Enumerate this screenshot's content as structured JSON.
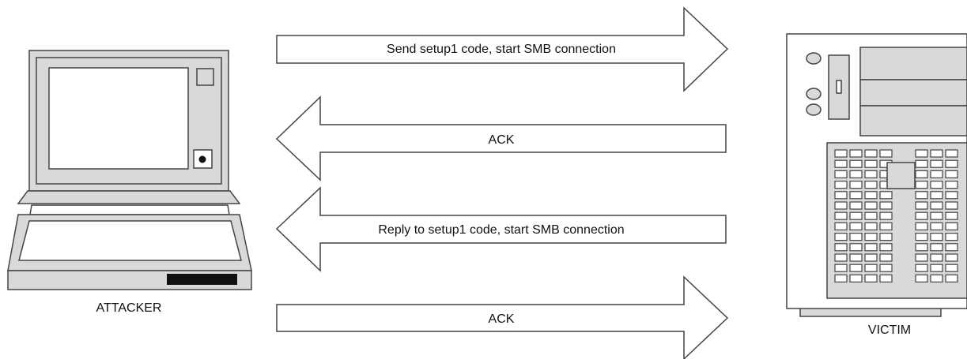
{
  "nodes": {
    "attacker": {
      "label": "ATTACKER"
    },
    "victim": {
      "label": "VICTIM"
    }
  },
  "messages": [
    {
      "label": "Send setup1 code, start SMB connection",
      "direction": "attacker-to-victim"
    },
    {
      "label": "ACK",
      "direction": "victim-to-attacker"
    },
    {
      "label": "Reply to setup1 code, start SMB connection",
      "direction": "victim-to-attacker"
    },
    {
      "label": "ACK",
      "direction": "attacker-to-victim"
    }
  ],
  "colors": {
    "fill_light": "#ffffff",
    "device_gray": "#d9d9d9",
    "stroke": "#444444",
    "text": "#111111"
  }
}
